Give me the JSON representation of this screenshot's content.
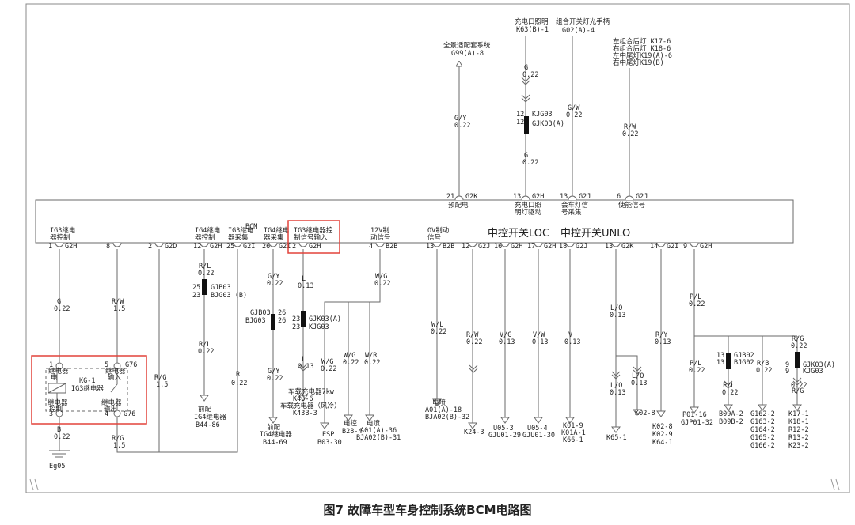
{
  "caption": "图7 故障车型车身控制系统BCM电路图",
  "bcm": {
    "label": "BCM",
    "center_left": "中控开关LOC",
    "center_right": "中控开关UNLO"
  },
  "top_labels": {
    "qj_sys": "全景适配套系统",
    "qj_code": "G99(A)-8",
    "cd_lamp": "充电口照明",
    "cd_code": "K63(B)-1",
    "zh_switch": "组合开关灯光手柄",
    "zh_code": "G02(A)-4",
    "rl1": "左组合后灯 K17-6",
    "rl2": "右组合后灯 K18-6",
    "rl3": "左中尾灯K19(A)-6",
    "rl4": "右中尾灯K19(B)",
    "w_gy1": "G/Y",
    "w_022a": "0.22",
    "w_g1": "G",
    "w_022b": "0.22",
    "kjg1": "KJG03",
    "gjk1": "GJK03(A)",
    "p12a": "12",
    "p12b": "12",
    "w_g2": "G",
    "w_022c": "0.22",
    "w_gw": "G/W",
    "w_022d": "0.22",
    "w_rw": "R/W",
    "w_022e": "0.22"
  },
  "top_pins": [
    {
      "num": "21",
      "con": "G2K",
      "l1": "预配电"
    },
    {
      "num": "13",
      "con": "G2H",
      "l1": "充电口照",
      "l2": "明灯驱动"
    },
    {
      "num": "13",
      "con": "G2J",
      "l1": "会车灯信",
      "l2": "号采集"
    },
    {
      "num": "6",
      "con": "G2J",
      "l1": "使能信号"
    }
  ],
  "bottom_pins": [
    {
      "num": "1",
      "con": "G2H",
      "l1": "IG3继电",
      "l2": "器控制"
    },
    {
      "num": "8",
      "con": "",
      "l1": "",
      "l2": ""
    },
    {
      "num": "2",
      "con": "G2D",
      "l1": "",
      "l2": ""
    },
    {
      "num": "12",
      "con": "G2H",
      "l1": "IG4继电",
      "l2": "器控制"
    },
    {
      "num": "25",
      "con": "G2I",
      "l1": "IG3继电",
      "l2": "器采集"
    },
    {
      "num": "26",
      "con": "G2I",
      "l1": "IG4继电",
      "l2": "器采集"
    },
    {
      "num": "2",
      "con": "G2H",
      "l1": "IG3继电器控",
      "l2": "制信号输入"
    },
    {
      "num": "4",
      "con": "B2B",
      "l1": "12V制",
      "l2": "动信号"
    },
    {
      "num": "13",
      "con": "B2B",
      "l1": "OV制动",
      "l2": "信号"
    },
    {
      "num": "12",
      "con": "G2J",
      "l1": "",
      "l2": ""
    },
    {
      "num": "16",
      "con": "G2H",
      "l1": "",
      "l2": ""
    },
    {
      "num": "17",
      "con": "G2H",
      "l1": "",
      "l2": ""
    },
    {
      "num": "18",
      "con": "G2J",
      "l1": "",
      "l2": ""
    },
    {
      "num": "13",
      "con": "G2K",
      "l1": "",
      "l2": ""
    },
    {
      "num": "14",
      "con": "G2I",
      "l1": "",
      "l2": ""
    },
    {
      "num": "9",
      "con": "G2H",
      "l1": "",
      "l2": ""
    }
  ],
  "relay": {
    "p1": "1",
    "p1l1": "继电器",
    "p1l2": "电",
    "p5": "5",
    "p5l1": "继电器",
    "p5l2": "输入",
    "g76a": "G76",
    "kg": "KG-1",
    "name": "IG3继电器",
    "p3l1": "继电器",
    "p3l2": "控制",
    "p3": "3",
    "p4l1": "继电器",
    "p4l2": "输出",
    "p4": "4",
    "g76b": "G76"
  },
  "wires": [
    {
      "t": "G",
      "s": "0.22"
    },
    {
      "t": "R/W",
      "s": "1.5"
    },
    {
      "t": "R/G",
      "s": "1.5"
    },
    {
      "t": "R/L",
      "s": "0.22"
    },
    {
      "t": "R/L",
      "s": "0.22"
    },
    {
      "t": "G/Y",
      "s": "0.22"
    },
    {
      "t": "G/Y",
      "s": "0.22"
    },
    {
      "t": "L",
      "s": "0.13"
    },
    {
      "t": "L",
      "s": "0.13"
    },
    {
      "t": "W/G",
      "s": "0.22"
    },
    {
      "t": "W/L",
      "s": "0.22"
    },
    {
      "t": "R/W",
      "s": "0.22"
    },
    {
      "t": "V/G",
      "s": "0.13"
    },
    {
      "t": "V/W",
      "s": "0.13"
    },
    {
      "t": "V",
      "s": "0.13"
    },
    {
      "t": "L/O",
      "s": "0.13"
    },
    {
      "t": "R/Y",
      "s": "0.13"
    },
    {
      "t": "P/L",
      "s": "0.22"
    },
    {
      "t": "R/G",
      "s": "0.22"
    },
    {
      "t": "W/G",
      "s": "0.22"
    },
    {
      "t": "W/G",
      "s": "0.22"
    },
    {
      "t": "W/R",
      "s": "0.22"
    },
    {
      "t": "R",
      "s": "0.22"
    },
    {
      "t": "B",
      "s": "0.22"
    },
    {
      "t": "R/G",
      "s": "1.5"
    },
    {
      "t": "L/O",
      "s": "0.13"
    },
    {
      "t": "L/O",
      "s": "0.13"
    },
    {
      "t": "P/L",
      "s": "0.22"
    },
    {
      "t": "P/L",
      "s": "0.22"
    },
    {
      "t": "R/B",
      "s": "0.22"
    },
    {
      "t": "R/G",
      "s": "0.22"
    }
  ],
  "connectors": {
    "c1a": "25",
    "c1b": "23",
    "c1n1": "GJB03",
    "c1n2": "BJG03 (B)",
    "c2n1": "GJB03",
    "c2n2": "BJG03",
    "c2a": "26",
    "c2b": "26",
    "c3a": "23",
    "c3b": "23",
    "c3n1": "GJK03(A)",
    "c3n2": "KJG03",
    "c4a": "13",
    "c4b": "13",
    "c4n1": "GJB02",
    "c4n2": "BJG02",
    "c5a": "9",
    "c5b": "9",
    "c5n1": "GJK03(A)",
    "c5n2": "KJG03"
  },
  "dest": {
    "eg05": "Eg05",
    "fp1": "前配",
    "fp2": "IG4继电器",
    "fp3": "B44-86",
    "fp4": "前配",
    "fp5": "IG4继电器",
    "fp6": "B44-69",
    "esp1": "ESP",
    "esp2": "B03-30",
    "car1": "车载充电器7kw",
    "car2": "K43-6",
    "car3": "车载充电器（风冷）",
    "car4": "K43B-3",
    "dk1": "电控",
    "dk2": "B28-4",
    "dp1": "电喷",
    "dp2": "A01(A)-36",
    "dp3": "BJA02(B)-31",
    "dp4": "电喷",
    "dp5": "A01(A)-18",
    "dp6": "BJA02(B)-32",
    "k24": "K24-3",
    "u05a": "U05-3",
    "u05b": "GJU01-29",
    "u05c": "U05-4",
    "u05d": "GJU01-30",
    "k01a": "K01-9",
    "k01b": "K01A-1",
    "k01c": "K66-1",
    "k65": "K65-1",
    "k02a": "K02-8",
    "k02b": "K02-8",
    "k02c": "K02-9",
    "k02d": "K64-1",
    "p01a": "P01-16",
    "p01b": "GJP01-32",
    "b09a": "B09A-2",
    "b09b": "B09B-2",
    "g162": "G162-2",
    "g163": "G163-2",
    "g164": "G164-2",
    "g165": "G165-2",
    "g166": "G166-2",
    "k17": "K17-1",
    "k18": "K18-1",
    "r12": "R12-2",
    "r13": "R13-2",
    "k23": "K23-2"
  },
  "colors": {
    "line": "#6a6a6a",
    "highlight": "#e2423a",
    "text": "#222222"
  }
}
